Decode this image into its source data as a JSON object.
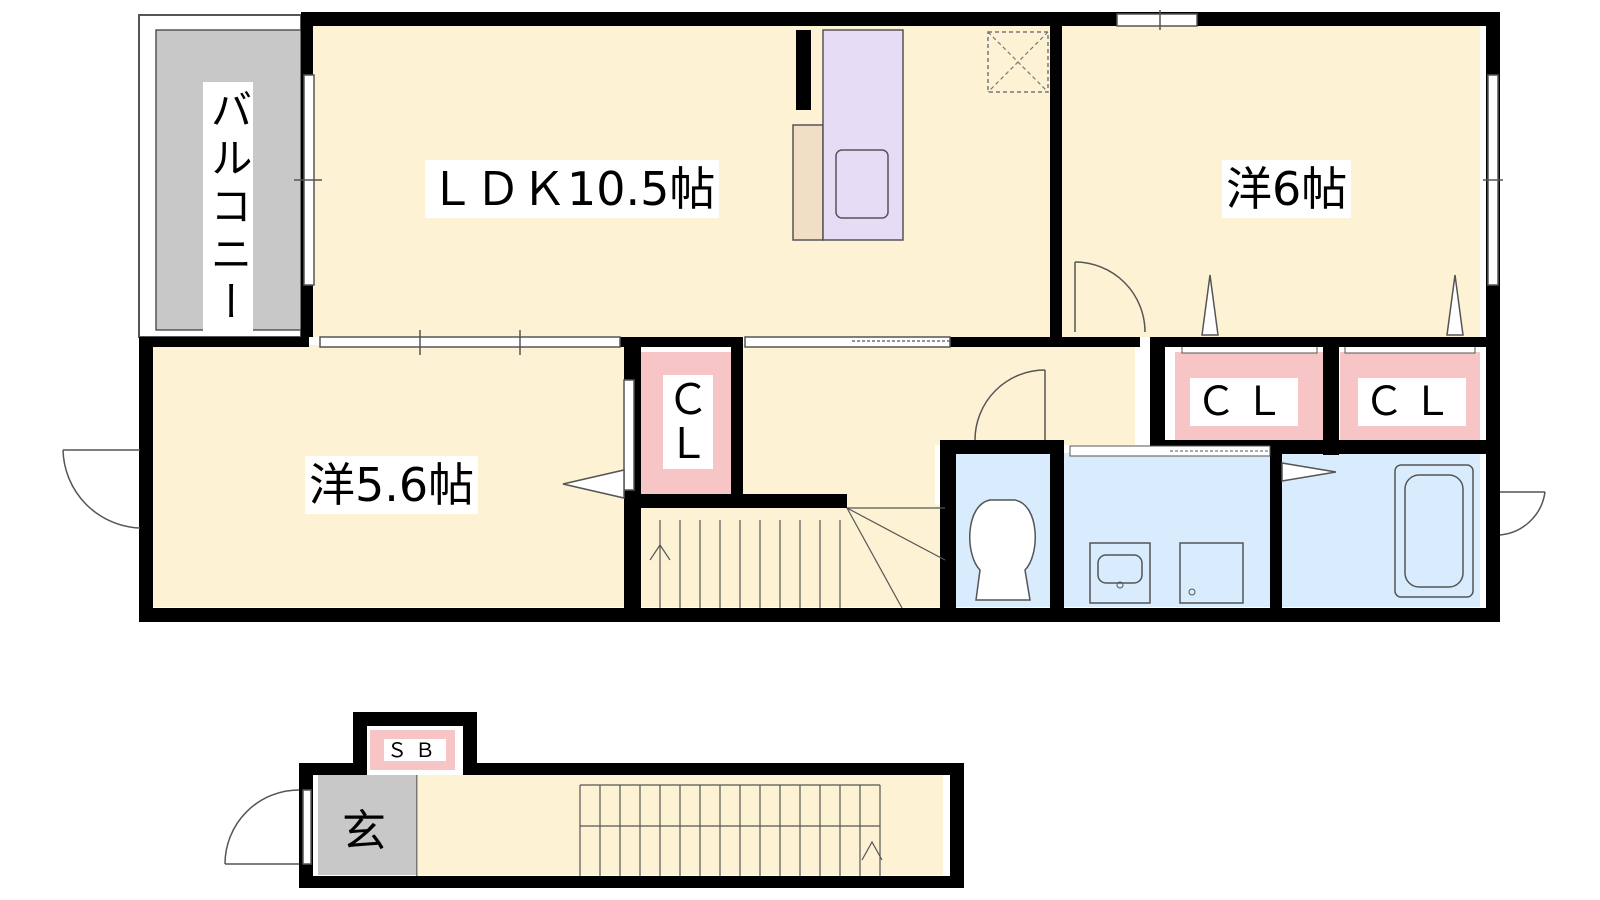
{
  "floor_plan": {
    "rooms": {
      "ldk": "ＬＤＫ10.5帖",
      "western_6": "洋6帖",
      "western_5_6": "洋5.6帖",
      "balcony": "バルコニー",
      "closet_ldk_side": "ＣＬ",
      "closet_right_1": "ＣＬ",
      "closet_right_2": "ＣＬ",
      "shoe_box": "ＳＢ",
      "entrance": "玄"
    },
    "colors": {
      "room_floor": "#fdf3d4",
      "wet_area": "#d9ecfd",
      "closet": "#f7c5c5",
      "kitchen": "#e6dcf5",
      "counter": "#f0dfc4",
      "balcony": "#c8c8c8",
      "wall": "#000000"
    }
  }
}
